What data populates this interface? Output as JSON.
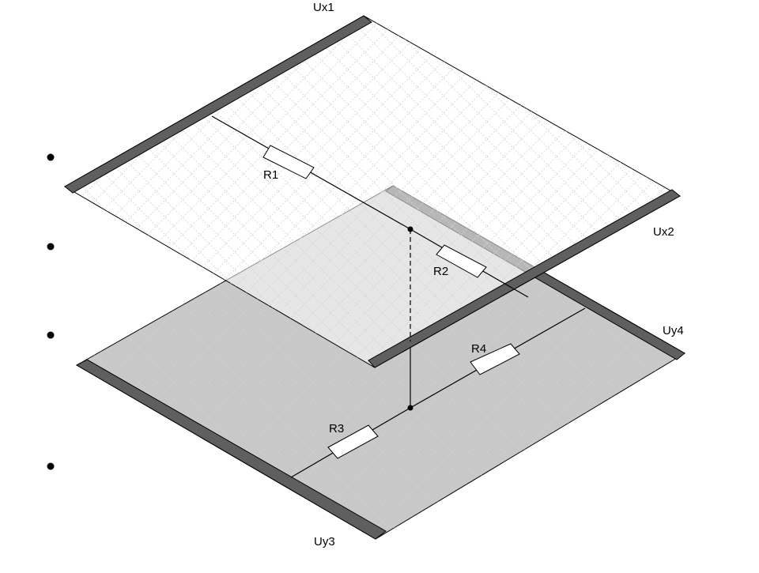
{
  "diagram": {
    "electrodes": {
      "top_left": "Ux1",
      "top_right": "Ux2",
      "bottom_right": "Uy4",
      "bottom_left": "Uy3"
    },
    "resistors": {
      "r1": "R1",
      "r2": "R2",
      "r3": "R3",
      "r4": "R4"
    },
    "bullets": [
      "",
      "",
      "",
      ""
    ],
    "colors": {
      "top_layer": "#ffffff",
      "bottom_layer": "#c8c8c8",
      "overlap": "#d9d9d9",
      "electrode": "#5f5f5f",
      "line": "#000000"
    }
  }
}
